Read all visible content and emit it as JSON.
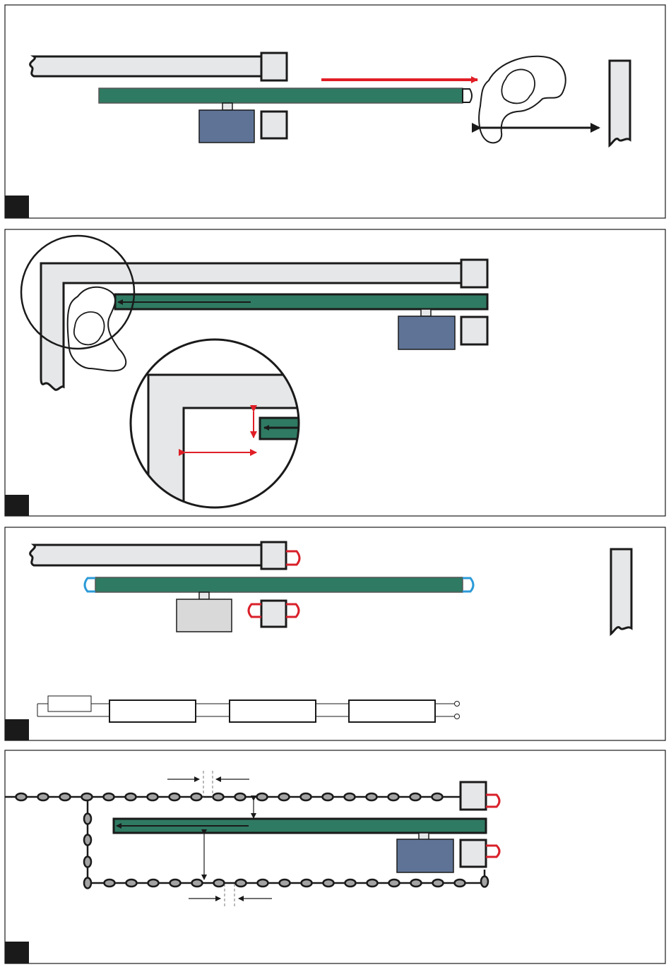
{
  "colors": {
    "frame": "#1a1a1a",
    "post": "#e6e7e8",
    "gate_bar": "#2f7a62",
    "motor": "#5e7396",
    "motor_plain": "#d9d9d9",
    "arrow_red": "#e01e26",
    "bumper_red": "#d9202a",
    "bumper_blue": "#2b9ad8",
    "chain": "#a3a3a3"
  },
  "panels": [
    {
      "id": "panel-1",
      "number_label": ""
    },
    {
      "id": "panel-2",
      "number_label": ""
    },
    {
      "id": "panel-3",
      "number_label": ""
    },
    {
      "id": "panel-4",
      "number_label": ""
    }
  ],
  "icons": {
    "direction_arrow": "arrow-right-icon",
    "distance_arrow": "double-arrow-icon",
    "hand": "hand-icon",
    "zoom": "magnifier-circle-icon",
    "bumper": "safety-edge-icon",
    "chain": "chain-link-icon"
  }
}
